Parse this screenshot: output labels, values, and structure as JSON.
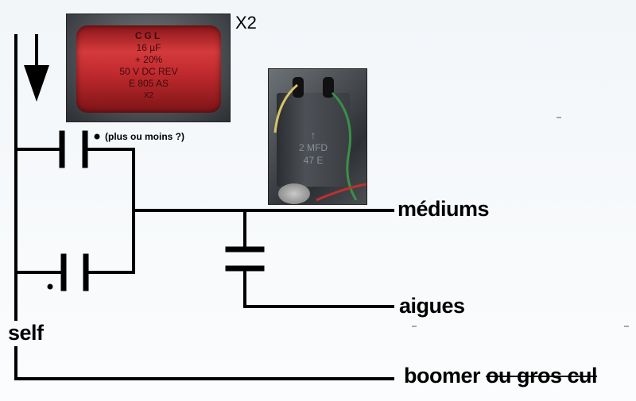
{
  "labels": {
    "multiplier": "X2",
    "note": "(plus ou moins ?)",
    "medium": "médiums",
    "tweeter": "aigues",
    "inductor": "self",
    "woofer": "boomer",
    "woofer_struck": "ou gros cul"
  },
  "photo_red_cap": {
    "lines": [
      "CGL",
      "16 µF",
      "+ 20%",
      "50 V DC REV",
      "E 805 AS",
      "X2"
    ],
    "body_color": "#b3262a"
  },
  "photo_box_cap": {
    "lines": [
      "2 MFD",
      "47 E"
    ],
    "body_color": "#3e4247"
  },
  "colors": {
    "wire": "#000000",
    "background": "#f4f7fa"
  }
}
